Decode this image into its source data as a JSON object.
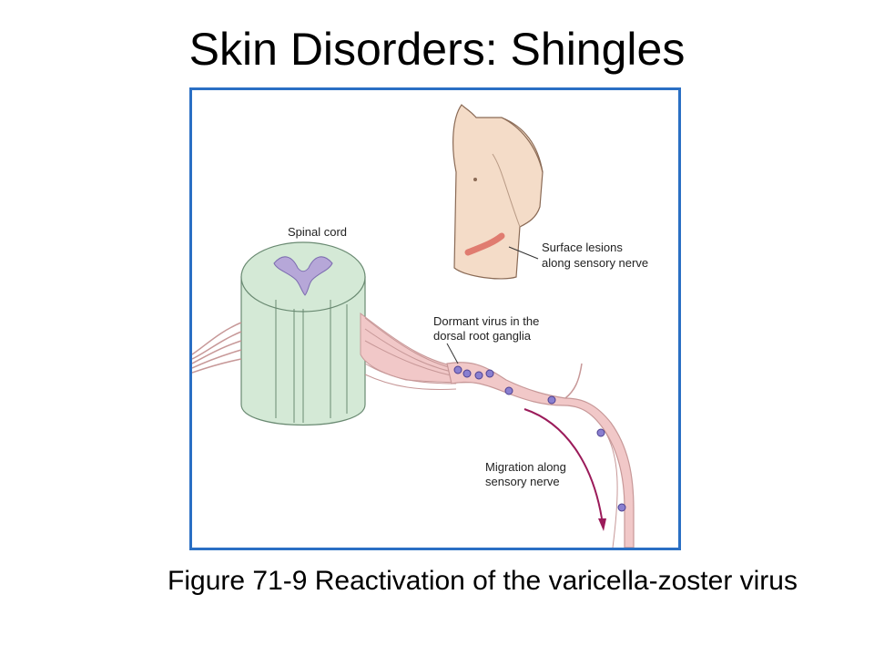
{
  "slide": {
    "title": "Skin Disorders: Shingles",
    "caption": "Figure 71-9 Reactivation of the varicella-zoster virus"
  },
  "figure": {
    "labels": {
      "spinal_cord": "Spinal cord",
      "surface_lesions_1": "Surface lesions",
      "surface_lesions_2": "along sensory nerve",
      "dormant_1": "Dormant virus in the",
      "dormant_2": "dorsal root ganglia",
      "migration_1": "Migration along",
      "migration_2": "sensory nerve"
    }
  },
  "colors": {
    "frame": "#2a6fc4",
    "cord": "#d4e9d6",
    "gray_matter": "#b6a7d8",
    "nerve": "#f1c8c8",
    "skin": "#f4dcc8",
    "lesion": "#e07c70",
    "virus": "#8a7fd0",
    "arrow": "#9b1b5a"
  }
}
